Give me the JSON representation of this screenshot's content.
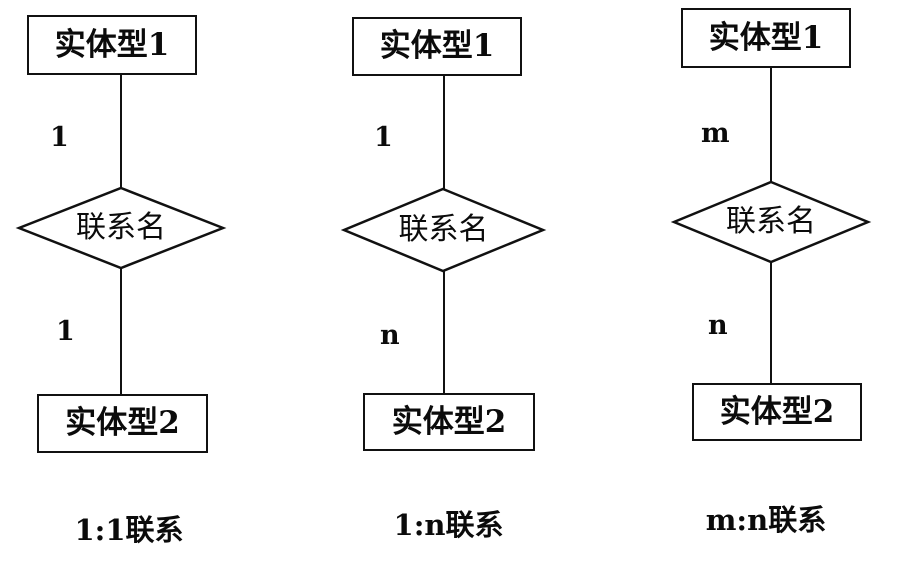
{
  "figure": {
    "title": "ER diagram cardinality types",
    "stroke_color": "#111111",
    "text_color": "#0b0b0b",
    "background_color": "#ffffff"
  },
  "diagrams": [
    {
      "id": "one-to-one",
      "entity_top": "实体型1",
      "entity_bottom": "实体型2",
      "relationship": "联系名",
      "cardinality_top": "1",
      "cardinality_bottom": "1",
      "caption": "1:1联系"
    },
    {
      "id": "one-to-many",
      "entity_top": "实体型1",
      "entity_bottom": "实体型2",
      "relationship": "联系名",
      "cardinality_top": "1",
      "cardinality_bottom": "n",
      "caption": "1:n联系"
    },
    {
      "id": "many-to-many",
      "entity_top": "实体型1",
      "entity_bottom": "实体型2",
      "relationship": "联系名",
      "cardinality_top": "m",
      "cardinality_bottom": "n",
      "caption": "m:n联系"
    }
  ]
}
